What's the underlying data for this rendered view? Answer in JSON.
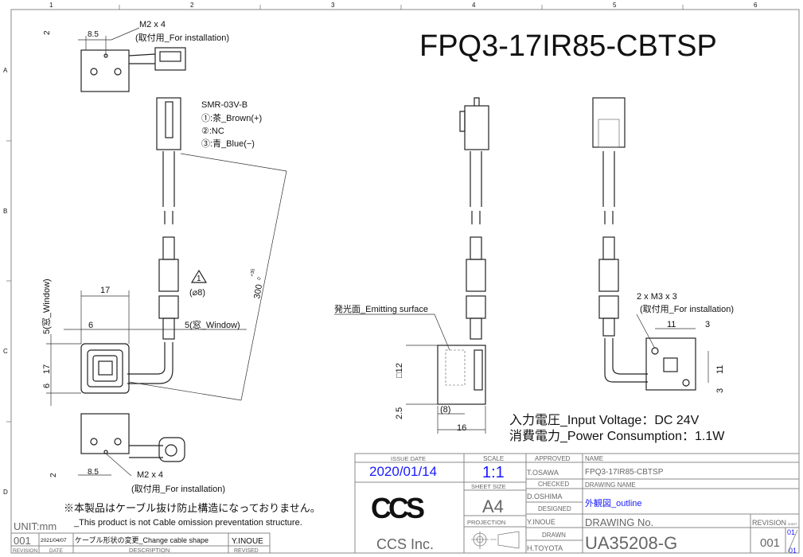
{
  "frame": {
    "columns": [
      "1",
      "2",
      "3",
      "4",
      "5",
      "6"
    ],
    "rows": [
      "A",
      "B",
      "C",
      "D"
    ]
  },
  "title": "FPQ3-17IR85-CBTSP",
  "top_view": {
    "screw_label": "M2 x 4",
    "install_label": "(取付用_For installation)",
    "dim_2": "2",
    "dim_8_5": "8.5"
  },
  "connector": {
    "model": "SMR-03V-B",
    "pins": [
      "①:茶_Brown(+)",
      "②:NC",
      "③:青_Blue(−)"
    ]
  },
  "front_view": {
    "dim_17": "17",
    "dim_6_h": "6",
    "window_h": "5(窓_Window)",
    "window_v": "5(窓_Window)",
    "dim_17_v": "17",
    "dim_6_v": "6",
    "cable_length": "300",
    "tol_plus": "+35",
    "tol_minus": "0",
    "rev_mark": "1",
    "diameter": "(⌀8)"
  },
  "bottom_view": {
    "screw_label": "M2 x 4",
    "install_label": "(取付用_For installation)",
    "dim_2": "2",
    "dim_8_5": "8.5"
  },
  "side_view": {
    "emitting_label": "発光面_Emitting surface",
    "dim_12": "□12",
    "dim_2_5": "2.5",
    "dim_8": "(8)",
    "dim_16": "16"
  },
  "back_view": {
    "screw_label": "2 x M3 x 3",
    "install_label": "(取付用_For installation)",
    "dim_11_h": "11",
    "dim_3_h": "3",
    "dim_11_v": "11",
    "dim_3_v": "3"
  },
  "specs": {
    "voltage": "入力電圧_Input Voltage：DC 24V",
    "power": "消費電力_Power Consumption：1.1W"
  },
  "notes": {
    "jp": "※本製品はケーブル抜け防止構造になっておりません。",
    "en": "_This product is not Cable omission preventation structure.",
    "unit": "UNIT:mm"
  },
  "revision_table": {
    "rev": "001",
    "date": "2021/04/07",
    "description": "ケーブル形状の変更_Change cable shape",
    "revised": "Y.INOUE",
    "h_revision": "REVISION",
    "h_date": "DATE",
    "h_description": "DESCRIPTION",
    "h_revised": "REVISED"
  },
  "title_block": {
    "issue_date_label": "ISSUE DATE",
    "issue_date": "2020/01/14",
    "scale_label": "SCALE",
    "scale": "1:1",
    "sheet_size_label": "SHEET  SIZE",
    "sheet_size": "A4",
    "projection_label": "PROJECTION",
    "approved_label": "APPROVED",
    "approved": "T.OSAWA",
    "checked_label": "CHECKED",
    "checked": "D.OSHIMA",
    "designed_label": "DESIGNED",
    "designed": "Y.INOUE",
    "drawn_label": "DRAWN",
    "drawn": "H.TOYOTA",
    "name_label": "NAME",
    "name": "FPQ3-17IR85-CBTSP",
    "drawing_name_label": "DRAWING NAME",
    "drawing_name": "外観図_outline",
    "drawing_no_label": "DRAWING No.",
    "drawing_no": "UA35208-G",
    "revision_label": "REVISION",
    "revision": "001",
    "sheet_label": "SHEET",
    "sheet_num": "01",
    "sheet_total": "01",
    "logo": "CCS",
    "company": "CCS Inc."
  }
}
